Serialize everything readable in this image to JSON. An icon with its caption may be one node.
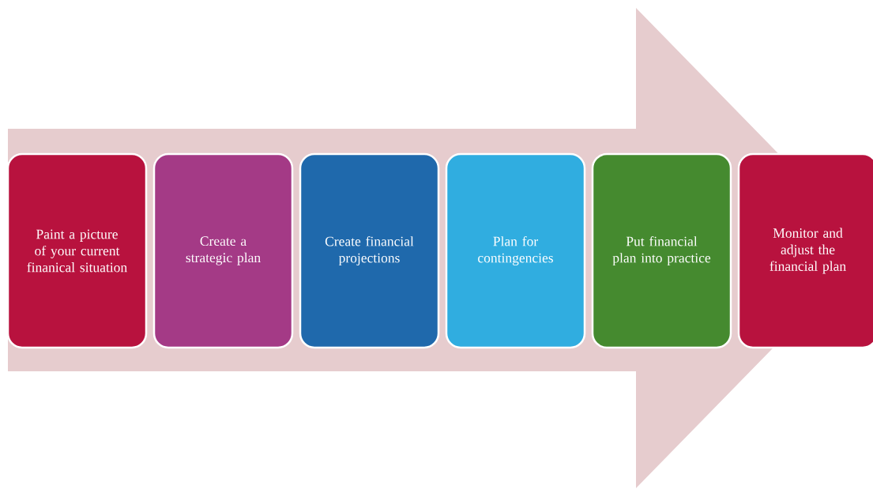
{
  "diagram": {
    "nodes": [
      {
        "text": [
          "Paint a picture of your current finanical situation"
        ]
      },
      {
        "text": [
          "Create a strategic plan"
        ]
      },
      {
        "text": [
          "Create financial projections"
        ]
      },
      {
        "text": [
          "Plan for contingencies"
        ]
      },
      {
        "text": [
          "Put financial plan into practice"
        ]
      },
      {
        "text": [
          "Monitor and adjust the financial plan"
        ]
      }
    ],
    "edges": [
      {
        "from": 0,
        "to": 5,
        "arrow": "to"
      }
    ]
  }
}
